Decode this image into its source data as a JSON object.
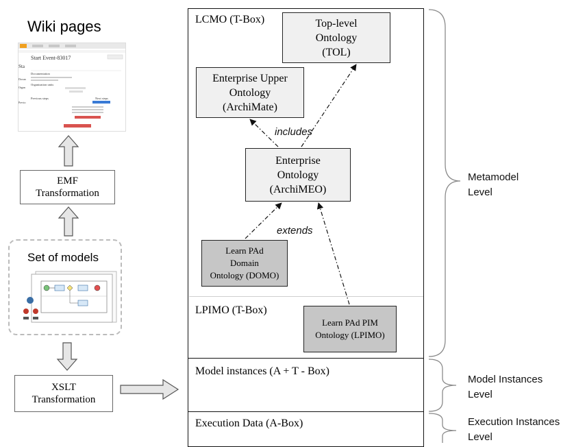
{
  "left": {
    "wiki_title": "Wiki pages",
    "emf_line1": "EMF",
    "emf_line2": "Transformation",
    "set_of_models": "Set of models",
    "xslt_line1": "XSLT",
    "xslt_line2": "Transformation"
  },
  "main": {
    "lcmo_label": "LCMO (T-Box)",
    "tol": [
      "Top-level",
      "Ontology",
      "(TOL)"
    ],
    "eu": [
      "Enterprise Upper",
      "Ontology",
      "(ArchiMate)"
    ],
    "ent": [
      "Enterprise",
      "Ontology",
      "(ArchiMEO)"
    ],
    "domo": [
      "Learn PAd",
      "Domain",
      "Ontology (DOMO)"
    ],
    "includes": "includes",
    "extends": "extends",
    "lpimo_label": "LPIMO (T-Box)",
    "lpimo": [
      "Learn PAd PIM",
      "Ontology (LPIMO)"
    ],
    "model_instances": "Model instances (A + T - Box)",
    "execution": "Execution Data (A-Box)"
  },
  "levels": {
    "metamodel": [
      "Metamodel",
      "Level"
    ],
    "model_instances": [
      "Model Instances",
      "Level"
    ],
    "execution": [
      "Execution Instances",
      "Level"
    ]
  }
}
